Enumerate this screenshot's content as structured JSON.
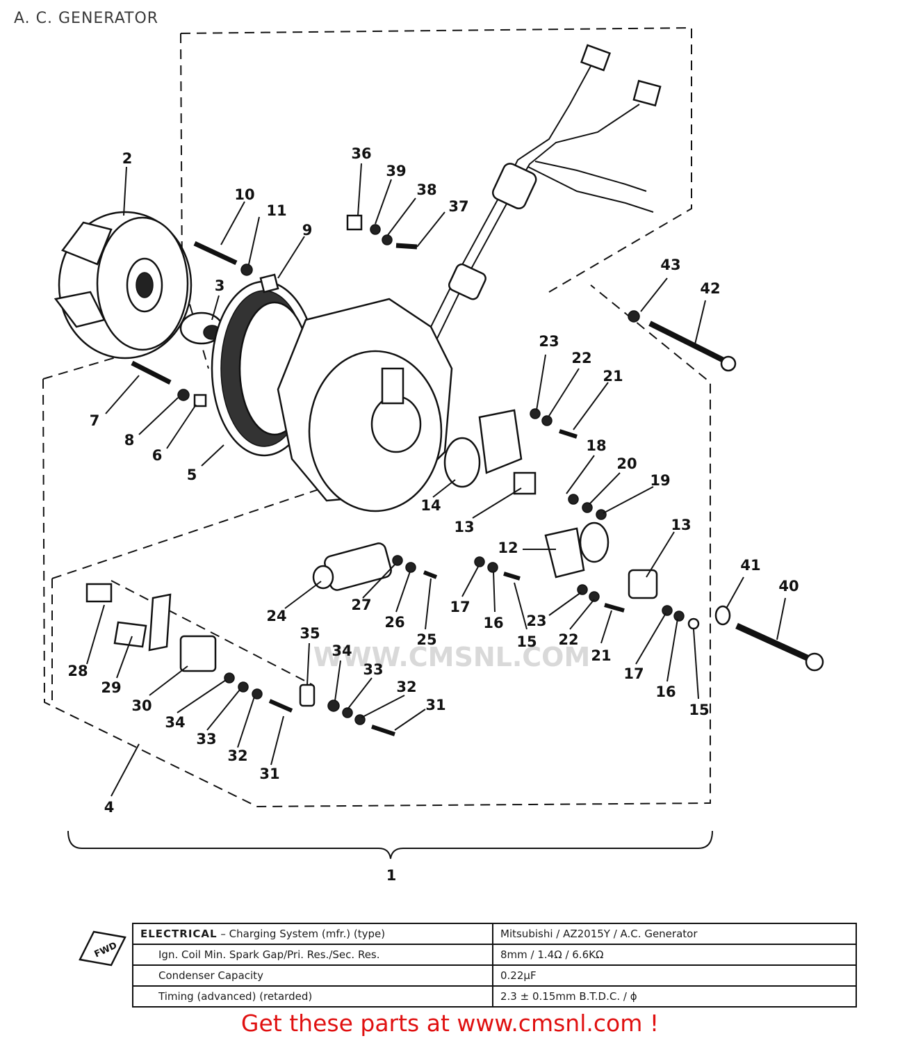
{
  "title": "A. C. GENERATOR",
  "watermark": "WWW.CMSNL.COM",
  "fwd_mark": "FWD",
  "spec_table": {
    "rows": [
      {
        "category": "ELECTRICAL",
        "label": "– Charging System (mfr.) (type)",
        "value": "Mitsubishi / AZ2015Y / A.C. Generator"
      },
      {
        "category": "",
        "label": "Ign. Coil Min. Spark Gap/Pri. Res./Sec. Res.",
        "value": "8mm / 1.4Ω / 6.6KΩ"
      },
      {
        "category": "",
        "label": "Condenser Capacity",
        "value": "0.22μF"
      },
      {
        "category": "",
        "label": "Timing (advanced) (retarded)",
        "value": "2.3 ± 0.15mm B.T.D.C. / ϕ"
      }
    ]
  },
  "promo": "Get these parts at www.cmsnl.com !",
  "callouts": {
    "c1": "1",
    "c2": "2",
    "c3": "3",
    "c4": "4",
    "c5": "5",
    "c6": "6",
    "c7": "7",
    "c8": "8",
    "c9": "9",
    "c10": "10",
    "c11": "11",
    "c12": "12",
    "c13a": "13",
    "c13b": "13",
    "c14": "14",
    "c15a": "15",
    "c15b": "15",
    "c16a": "16",
    "c16b": "16",
    "c17a": "17",
    "c17b": "17",
    "c18": "18",
    "c19": "19",
    "c20": "20",
    "c21a": "21",
    "c21b": "21",
    "c22a": "22",
    "c22b": "22",
    "c23a": "23",
    "c23b": "23",
    "c24": "24",
    "c25": "25",
    "c26": "26",
    "c27": "27",
    "c28": "28",
    "c29": "29",
    "c30": "30",
    "c31a": "31",
    "c31b": "31",
    "c32a": "32",
    "c32b": "32",
    "c33a": "33",
    "c33b": "33",
    "c34a": "34",
    "c34b": "34",
    "c35": "35",
    "c36": "36",
    "c37": "37",
    "c38": "38",
    "c39": "39",
    "c40": "40",
    "c41": "41",
    "c42": "42",
    "c43": "43"
  }
}
